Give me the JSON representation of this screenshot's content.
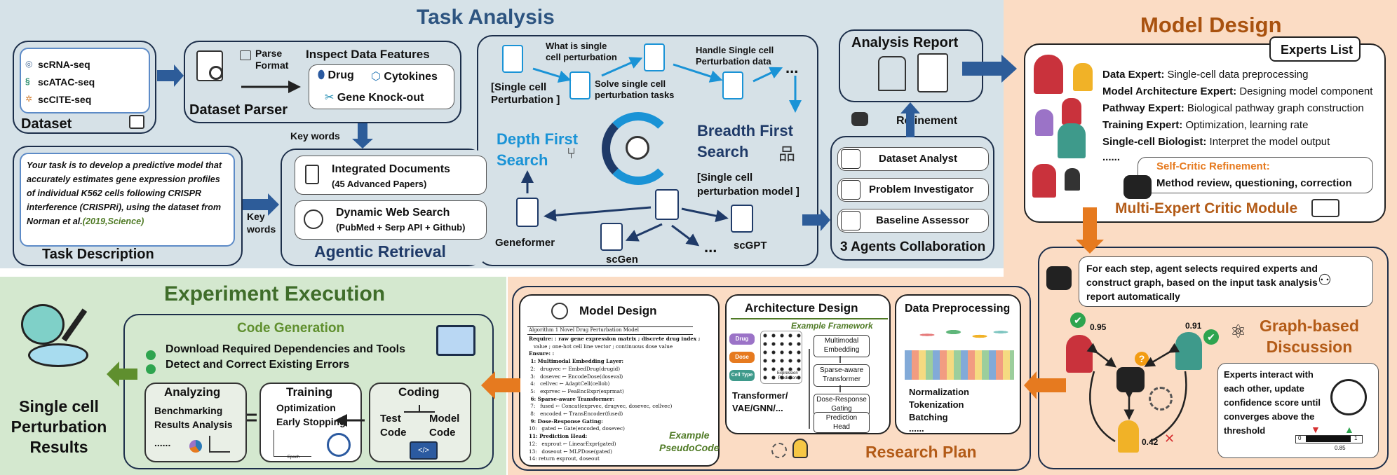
{
  "task_analysis": {
    "title": "Task Analysis",
    "dataset": {
      "label": "Dataset",
      "items": [
        "scRNA-seq",
        "scATAC-seq",
        "scCITE-seq"
      ]
    },
    "dataset_parser": {
      "label": "Dataset Parser",
      "parse_format": "Parse\nFormat",
      "inspect_title": "Inspect Data Features",
      "features": [
        "Drug",
        "Cytokines",
        "Gene Knock-out"
      ]
    },
    "key_words_top": "Key words",
    "key_words_side": "Key\nwords",
    "task_description": {
      "label": "Task Description",
      "text": "Your task is to develop a predictive model that accurately estimates gene expression profiles of individual K562 cells following CRISPR interference (CRISPRi), using the dataset from Norman et al.",
      "citation": "(2019,Science)"
    },
    "agentic_retrieval": {
      "label": "Agentic Retrieval",
      "integrated_docs": "Integrated Documents",
      "integrated_docs_sub": "(45 Advanced Papers)",
      "web_search": "Dynamic Web Search",
      "web_search_sub": "(PubMed + Serp API + Github)"
    },
    "search": {
      "q1": "What is single\ncell perturbation",
      "q2": "Solve single cell\nperturbation tasks",
      "q3": "Handle Single cell\nPerturbation data",
      "bracket_left": "[Single cell\nPerturbation ]",
      "bracket_right": "[Single cell\nperturbation model ]",
      "depth_first": "Depth First\nSearch",
      "breadth_first": "Breadth First\nSearch",
      "ellipsis": "...",
      "models": [
        "Geneformer",
        "scGen",
        "scGPT"
      ]
    },
    "analysis_report": "Analysis Report",
    "refinement": "Refinement",
    "agents": {
      "items": [
        "Dataset Analyst",
        "Problem Investigator",
        "Baseline Assessor"
      ],
      "label": "3 Agents Collaboration"
    }
  },
  "model_design": {
    "title": "Model Design",
    "experts_list": "Experts List",
    "experts": [
      {
        "role": "Data Expert:",
        "desc": " Single-cell data preprocessing"
      },
      {
        "role": "Model Architecture Expert:",
        "desc": " Designing model component"
      },
      {
        "role": "Pathway Expert:",
        "desc": " Biological pathway graph construction"
      },
      {
        "role": "Training Expert:",
        "desc": " Optimization, learning rate"
      },
      {
        "role": "Single-cell Biologist:",
        "desc": " Interpret the model output"
      }
    ],
    "experts_more": "......",
    "self_critic_title": "Self-Critic Refinement:",
    "self_critic_text": "Method review,  questioning, correction",
    "module_label": "Multi-Expert Critic Module"
  },
  "graph_discussion": {
    "step_text": "For each step, agent selects required experts and construct graph, based on the input task analysis report automatically",
    "label": "Graph-based\nDiscussion",
    "scores": [
      "0.95",
      "0.91",
      "0.42"
    ],
    "interact_text": "Experts interact with each other, update confidence score until converges above the threshold",
    "scale": [
      "0",
      "1",
      "0.85"
    ]
  },
  "experiment": {
    "title": "Experiment Execution",
    "code_generation": "Code Generation",
    "steps": [
      "Download Required Dependencies and Tools",
      "Detect and Correct Existing Errors"
    ],
    "analyzing": {
      "title": "Analyzing",
      "lines": [
        "Benchmarking",
        "Results Analysis",
        "......"
      ]
    },
    "training": {
      "title": "Training",
      "lines": [
        "Optimization",
        "Early Stopping"
      ]
    },
    "coding": {
      "title": "Coding",
      "left": "Test\nCode",
      "right": "Model\nCode"
    },
    "epoch": "Epoch",
    "results": "Single cell\nPerturbation\nResults"
  },
  "research_plan": {
    "label": "Research Plan",
    "model_design": {
      "title": "Model Design",
      "algo_title": "Algorithm 1 Novel Drug Perturbation Model",
      "lines": [
        "Require: : raw gene expression matrix ; discrete drug index ;",
        "   value ; one-hot cell line vector ; continuous dose value",
        "Ensure: :",
        " 1: Multimodal Embedding Layer:",
        " 2:   drugvec ← EmbedDrug(drugid)",
        " 3:   dosevec ← EncodeDose(doseval)",
        " 4:   cellvec ← AdaptCell(cellob)",
        " 5:   exprvec ← FeaEncExpr(exprmat)",
        " 6: Sparse-aware Transformer:",
        " 7:   fused ← Concat(exprvec, drugvec, dosevec, cellvec)",
        " 8:   encoded ← TransEncoder(fused)",
        " 9: Dose-Response Gating:",
        "10:   gated ← Gate(encoded, dosevec)",
        "11: Prediction Head:",
        "12:   exprout ← LinearExpr(gated)",
        "13:   doseout ← MLPDose(gated)",
        "14: return exprout, doseout"
      ],
      "example": "Example\nPseudoCode"
    },
    "architecture": {
      "title": "Architecture Design",
      "example": "Example Framework",
      "inputs": [
        "Drug",
        "Dose",
        "Cell Type"
      ],
      "expr_pred": "Expression\nPrediction",
      "stack": [
        "Multimodal\nEmbedding",
        "Sparse-aware\nTransformer",
        "Dose-Response\nGating",
        "Prediction\nHead"
      ],
      "caption": "Transformer/\nVAE/GNN/..."
    },
    "preprocessing": {
      "title": "Data Preprocessing",
      "steps": [
        "Normalization",
        "Tokenization",
        "Batching",
        "......"
      ]
    }
  },
  "colors": {
    "task_bg": "#d6e2e8",
    "model_bg": "#fbdcc4",
    "exp_bg": "#d4e8cf",
    "plan_bg": "#fbdcc4",
    "navy": "#1f3a68",
    "blue": "#1a93d6",
    "orange": "#e67a1f",
    "brown": "#b35b17",
    "green": "#4b7a2d",
    "arrow_blue": "#2d5c99"
  }
}
